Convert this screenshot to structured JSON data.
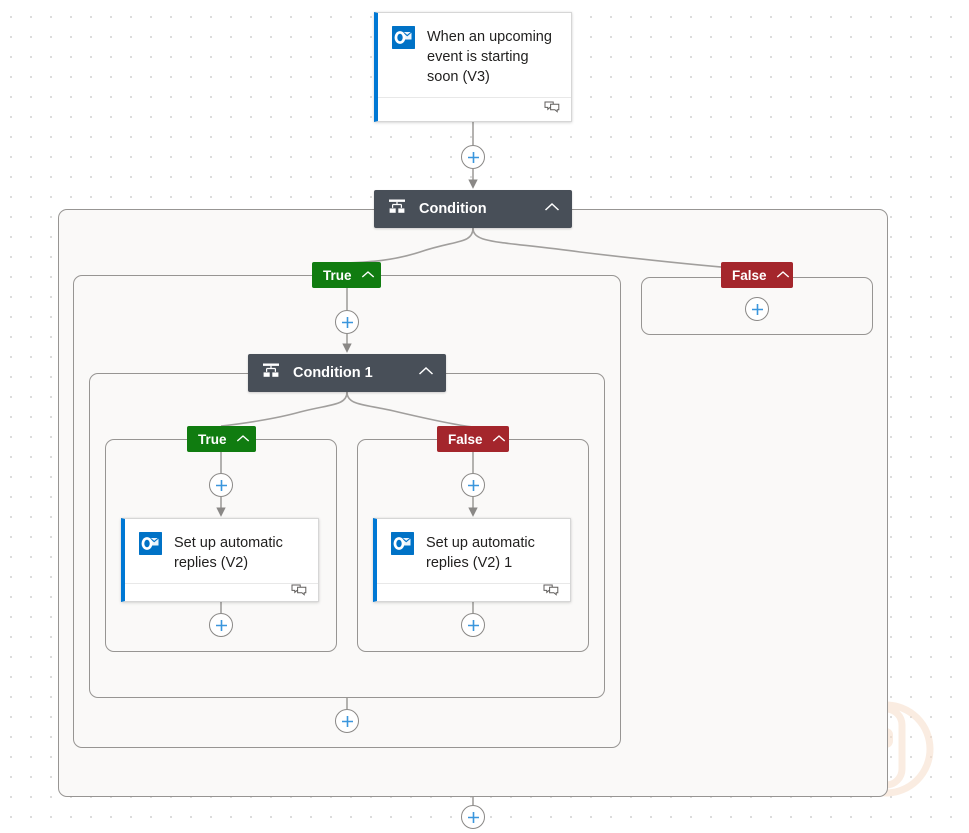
{
  "app": {
    "name": "power-automate-flow-designer",
    "canvas_background": "#ffffff",
    "dot_grid_color": "#dcdcdc"
  },
  "colors": {
    "accent_blue": "#0078d4",
    "outlook_blue": "#0072c6",
    "condition_node": "#484f58",
    "true_green": "#107c10",
    "false_red": "#a4262c",
    "scope_border": "#979593",
    "scope_fill": "#faf9f8",
    "watermark": "#f7dfcb"
  },
  "nodes": {
    "trigger": {
      "title": "When an upcoming event is starting soon (V3)",
      "icon": "outlook-icon",
      "footer_icon": "comments-icon"
    },
    "condition": {
      "label": "Condition",
      "icon": "condition-icon",
      "collapse_icon": "chevron-up-icon"
    },
    "condition_1": {
      "label": "Condition 1",
      "icon": "condition-icon",
      "collapse_icon": "chevron-up-icon"
    },
    "action_true": {
      "title": "Set up automatic replies (V2)",
      "icon": "outlook-icon",
      "footer_icon": "comments-icon"
    },
    "action_false": {
      "title": "Set up automatic replies (V2) 1",
      "icon": "outlook-icon",
      "footer_icon": "comments-icon"
    }
  },
  "branches": {
    "condition_true": {
      "label": "True",
      "collapse_icon": "chevron-up-icon"
    },
    "condition_false": {
      "label": "False",
      "collapse_icon": "chevron-up-icon"
    },
    "condition1_true": {
      "label": "True",
      "collapse_icon": "chevron-up-icon"
    },
    "condition1_false": {
      "label": "False",
      "collapse_icon": "chevron-up-icon"
    }
  },
  "add_buttons": {
    "icon": "plus-icon",
    "count": 9
  }
}
